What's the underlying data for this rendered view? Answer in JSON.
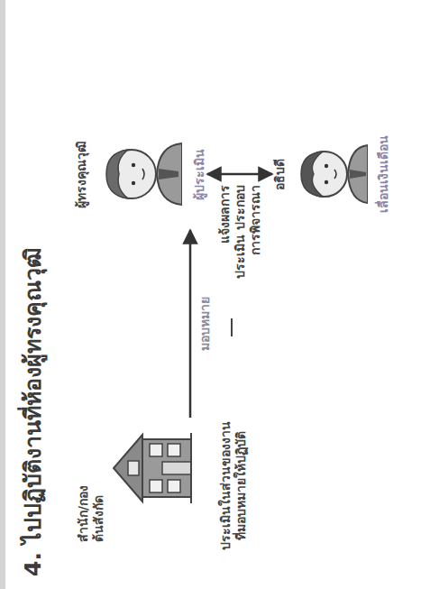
{
  "diagram": {
    "title": "4. ไปปฏิบัติงานที่ห้องผู้ทรงคุณวุฒิ",
    "nodes": [
      {
        "text": [
          "สำนัก/กอง ต้นสังกัด",
          "ประเมินในส่วนของงาน ที่มอบหมายให้ปฏิบัติ"
        ]
      },
      {
        "text": [
          "ผู้ทรงคุณวุฒิ",
          "ผู้ประเมิน"
        ]
      },
      {
        "text": [
          "อธิบดี",
          "เลื่อนเงินเดือน"
        ]
      }
    ],
    "edges": [
      {
        "from": 0,
        "to": 1,
        "label": "มอบหมาย",
        "arrow": "to"
      },
      {
        "from": 1,
        "to": 2,
        "label": "แจ้งผลการประเมิน ประกอบการพิจารณา",
        "arrow": "both"
      }
    ]
  }
}
